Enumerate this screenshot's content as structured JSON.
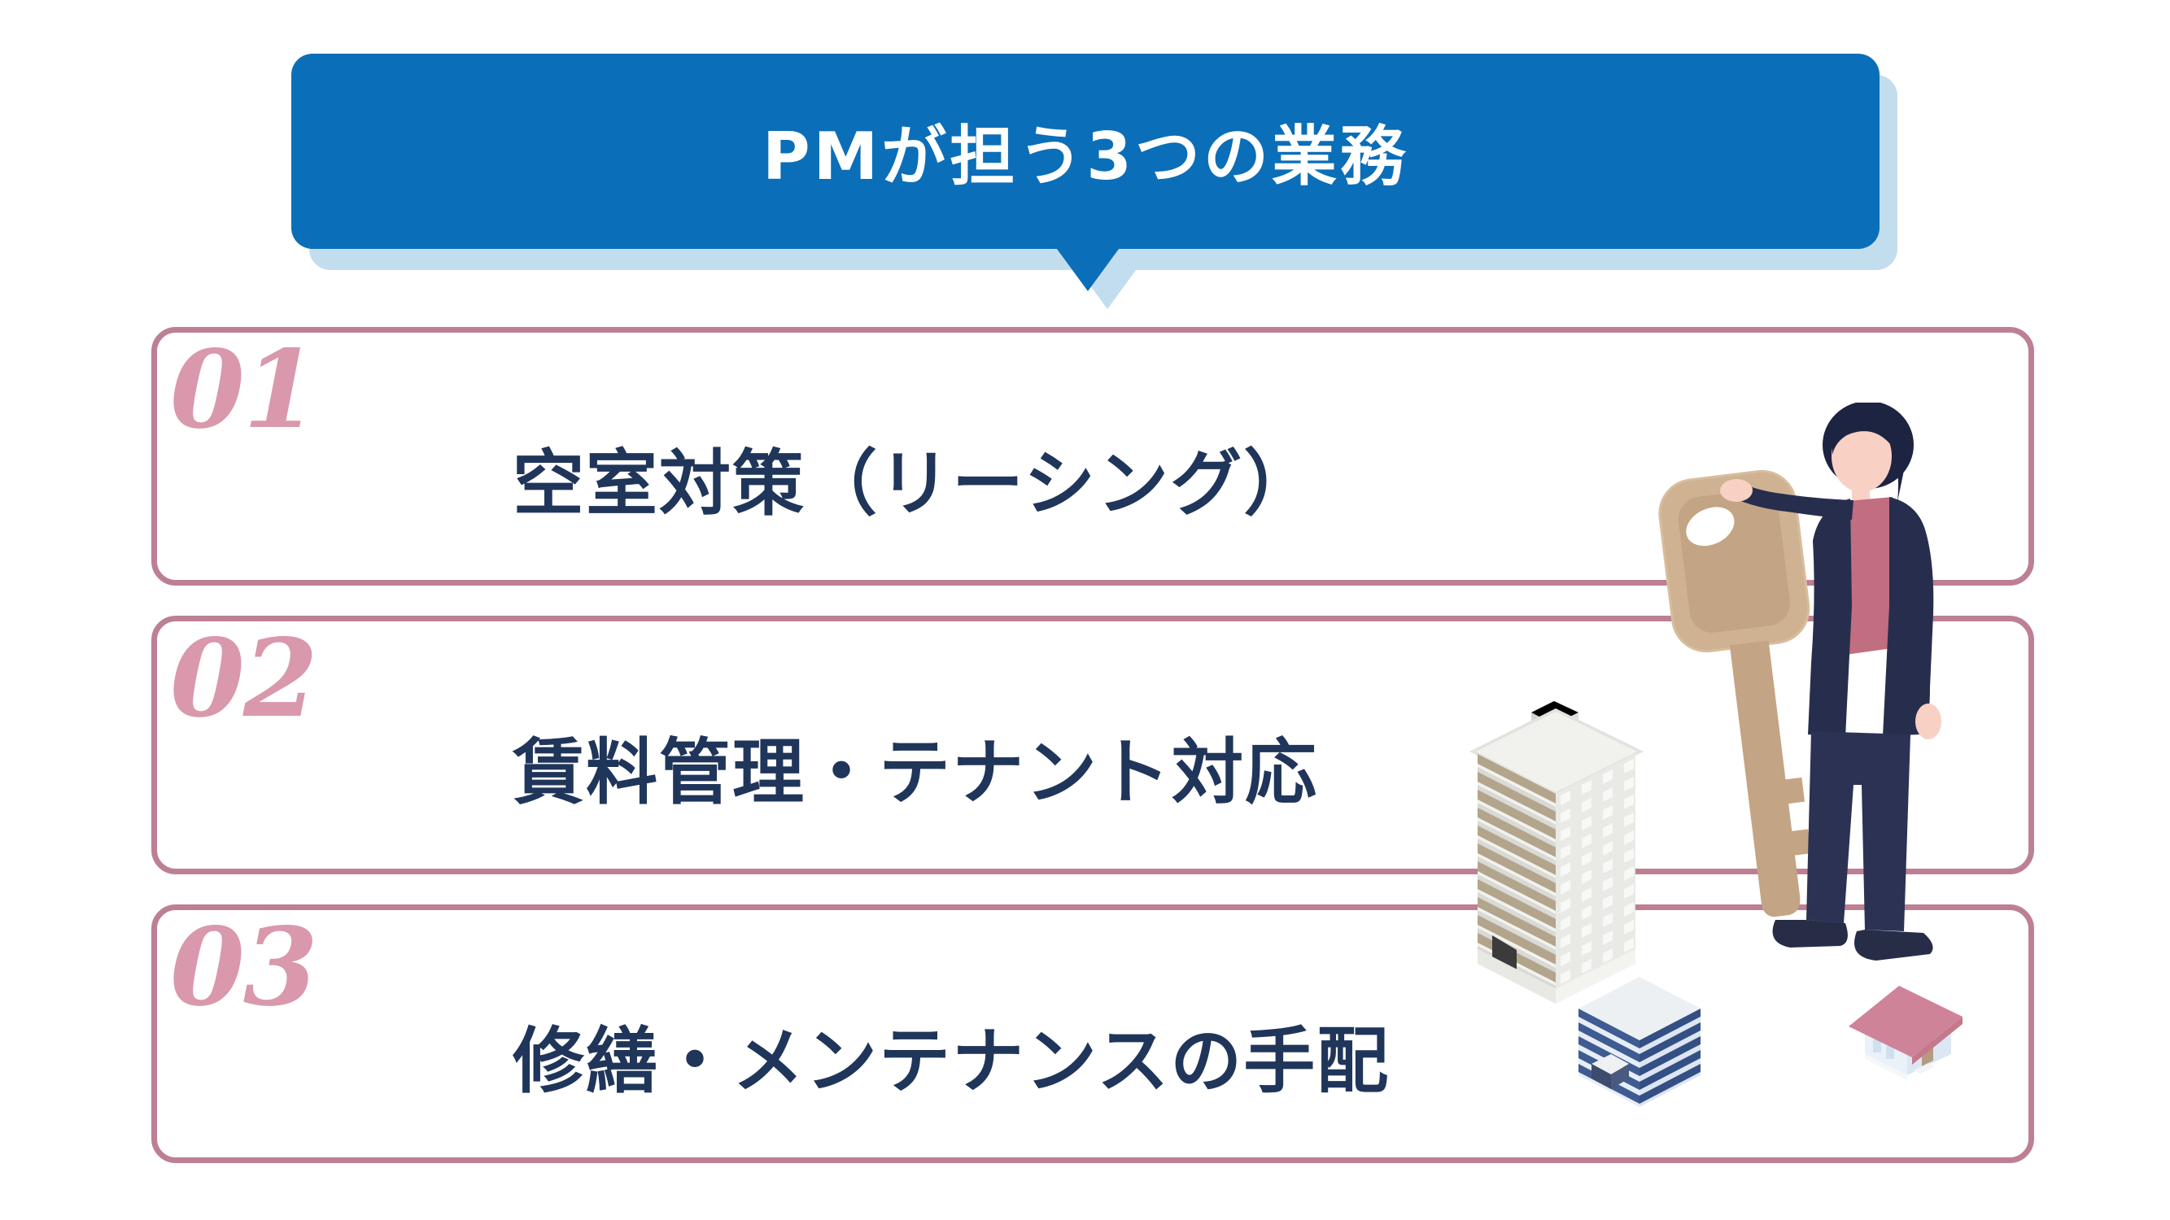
{
  "header": {
    "title": "PMが担う3つの業務"
  },
  "tasks": [
    {
      "number": "01",
      "label": "空室対策（リーシング）"
    },
    {
      "number": "02",
      "label": "賃料管理・テナント対応"
    },
    {
      "number": "03",
      "label": "修繕・メンテナンスの手配"
    }
  ],
  "icons": [
    "person-holding-key",
    "giant-key",
    "apartment-building",
    "office-building",
    "house"
  ],
  "colors": {
    "banner_blue": "#0b6eb8",
    "banner_shadow_blue": "#c2ddee",
    "row_border_pink": "#bd8092",
    "number_pink": "#d998ab",
    "label_navy": "#20355a",
    "key_tan": "#c3a484",
    "suit_navy": "#272e4d",
    "shirt_rose": "#c06e80",
    "skin": "#f8d0c4",
    "apartment_balcony_tan": "#b3a58c",
    "office_blue": "#3e5c92",
    "house_roof_pink": "#cf8398"
  }
}
